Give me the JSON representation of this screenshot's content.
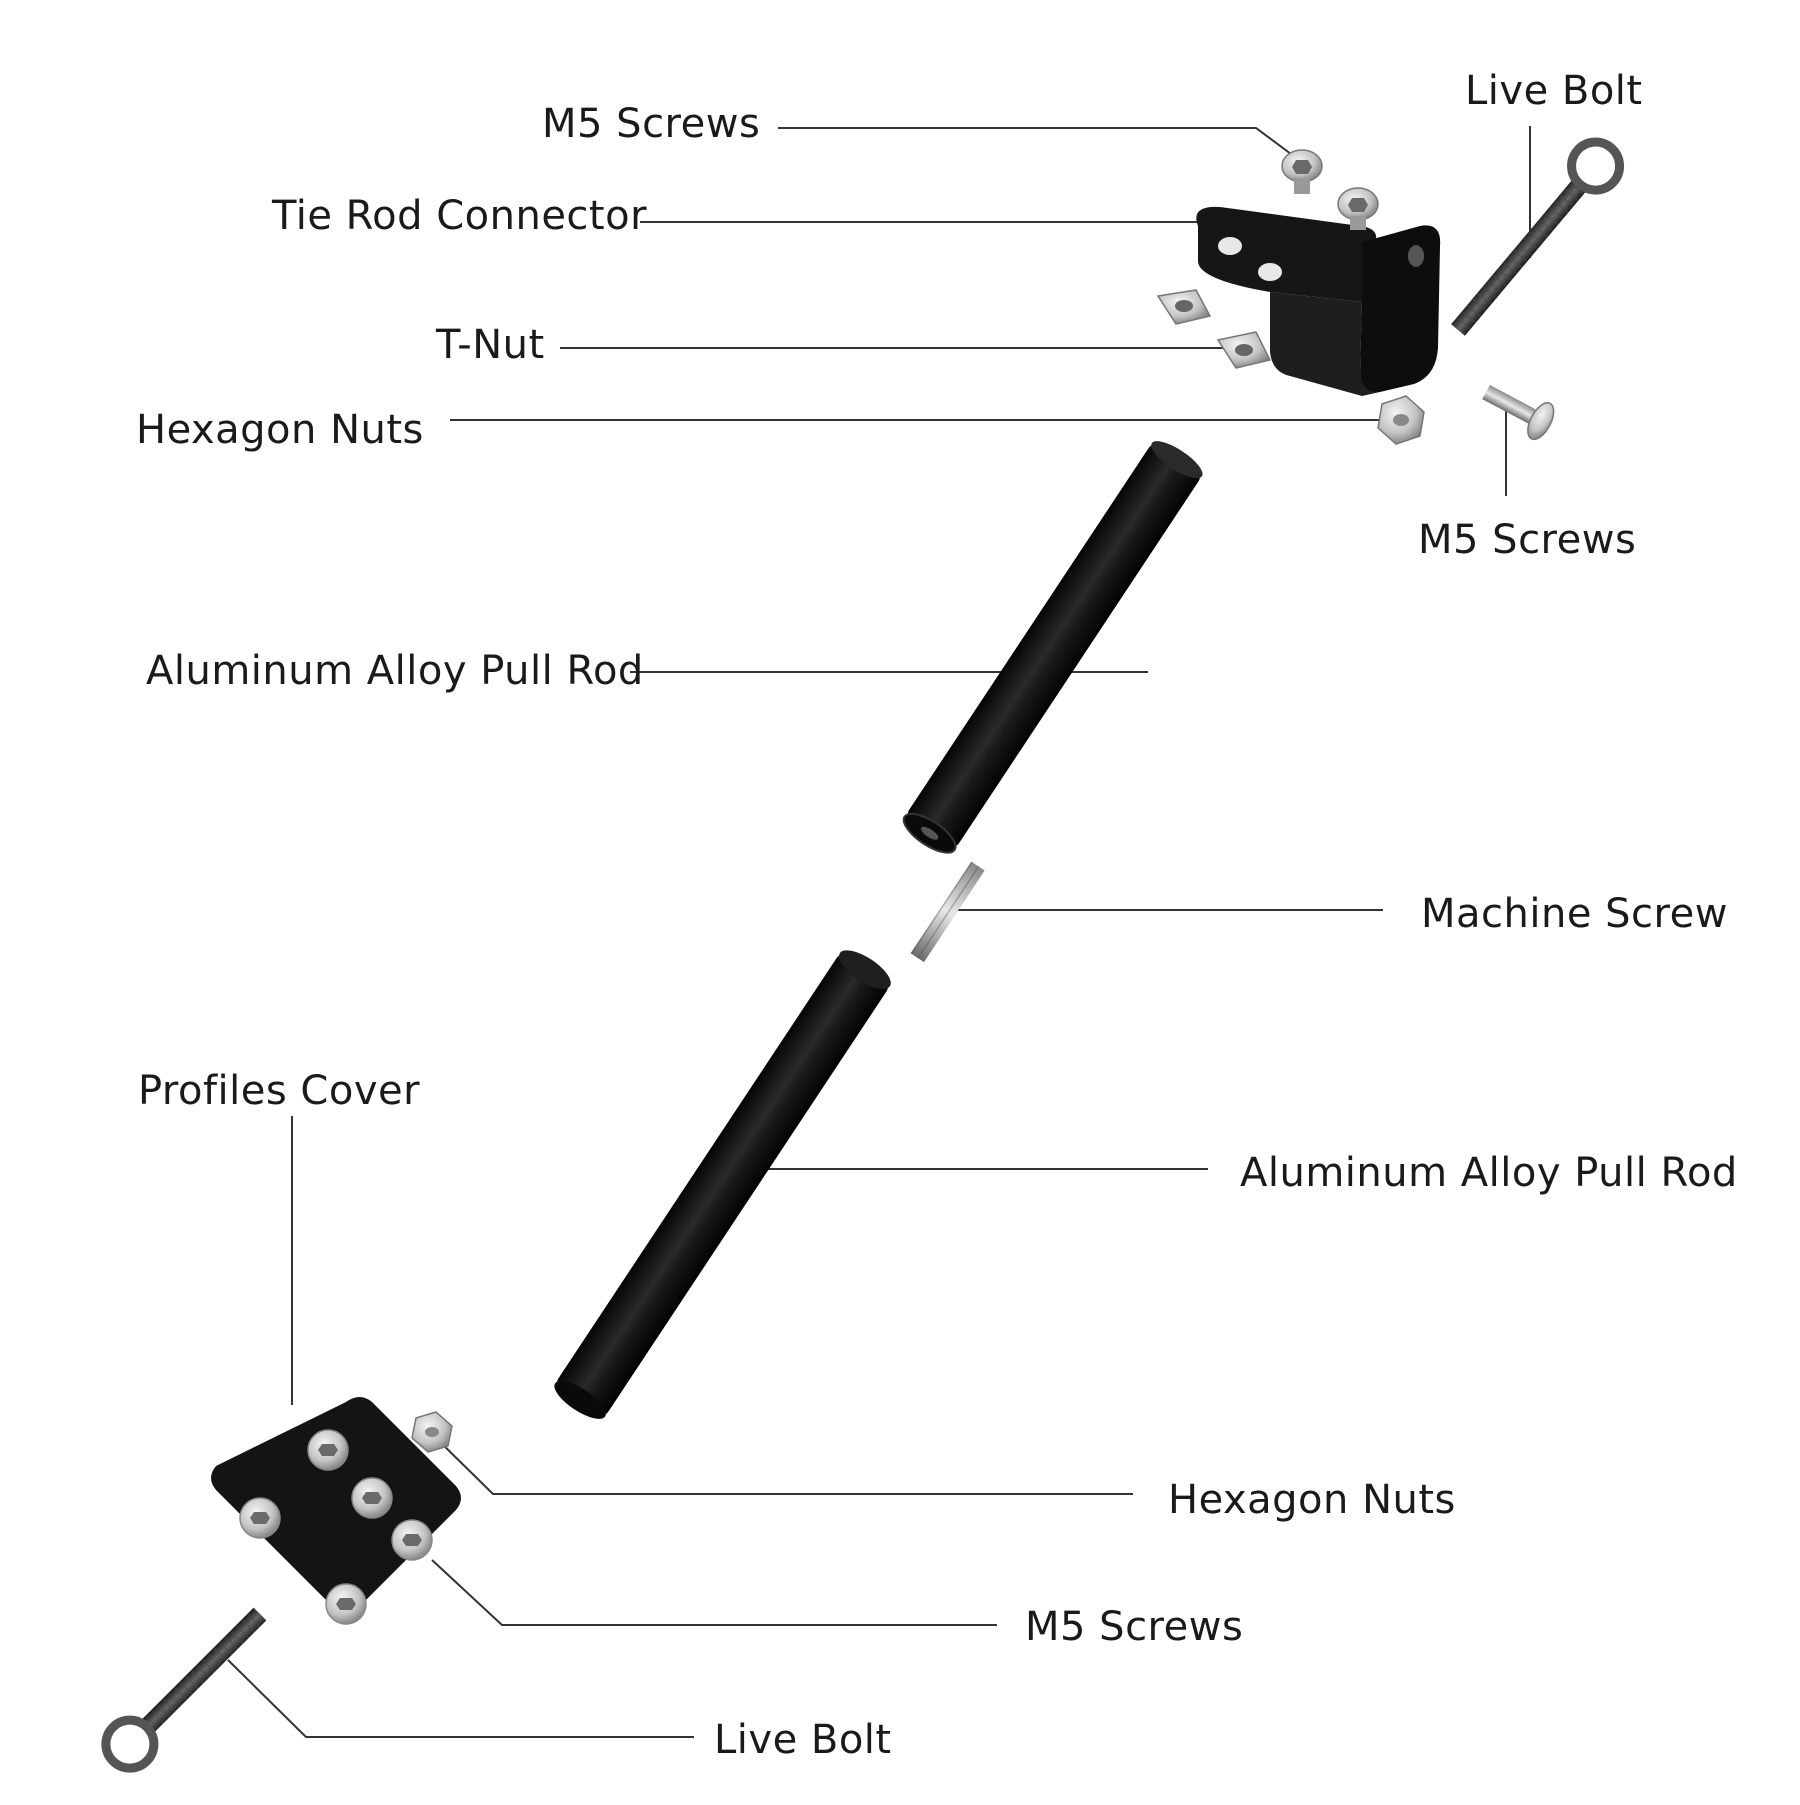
{
  "labels": {
    "m5_screws_top": "M5 Screws",
    "live_bolt_top": "Live Bolt",
    "tie_rod_connector": "Tie Rod Connector",
    "t_nut": "T-Nut",
    "hexagon_nuts_top": "Hexagon Nuts",
    "m5_screws_right": "M5 Screws",
    "pull_rod_upper": "Aluminum Alloy Pull Rod",
    "machine_screw": "Machine Screw",
    "profiles_cover": "Profiles Cover",
    "pull_rod_lower": "Aluminum Alloy Pull Rod",
    "hexagon_nuts_bottom": "Hexagon Nuts",
    "m5_screws_bottom": "M5 Screws",
    "live_bolt_bottom": "Live Bolt"
  },
  "colors": {
    "background": "#ffffff",
    "part_black": "#111111",
    "metal": "#b8b8b8",
    "leader_line": "#333333",
    "text": "#1a1a1a"
  }
}
